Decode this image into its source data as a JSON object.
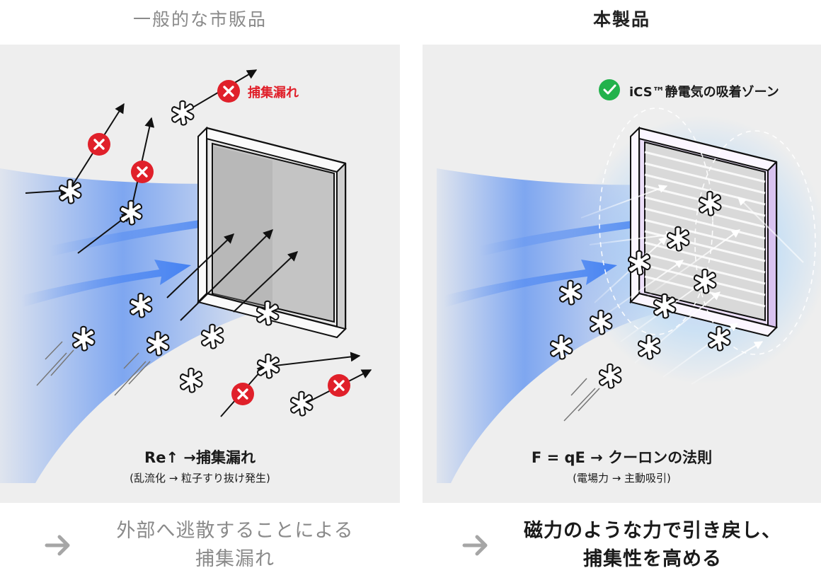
{
  "left": {
    "title": "一般的な市販品",
    "leak_label": "捕集漏れ",
    "caption_main": "Re↑ →捕集漏れ",
    "caption_sub": "(乱流化 → 粒子すり抜け発生)",
    "conclusion_line1": "外部へ逃散することによる",
    "conclusion_line2": "捕集漏れ"
  },
  "right": {
    "title": "本製品",
    "zone_label": "iCS™静電気の吸着ゾーン",
    "caption_main": "F = qE → クーロンの法則",
    "caption_sub": "(電場力 → 主動吸引)",
    "conclusion_line1": "磁力のような力で引き戻し、",
    "conclusion_line2": "捕集性を高める"
  },
  "icons": {
    "fail": "x-circle-icon",
    "success": "check-circle-icon",
    "arrow": "arrow-right-icon",
    "particle": "particle-icon",
    "filter": "filter-frame-icon"
  },
  "colors": {
    "fail_red": "#e0202a",
    "success_green": "#22b24c",
    "airflow_blue": "#3f7ef2",
    "electrostatic_purple": "#c9a4f0",
    "muted_gray": "#8a8a8a"
  }
}
